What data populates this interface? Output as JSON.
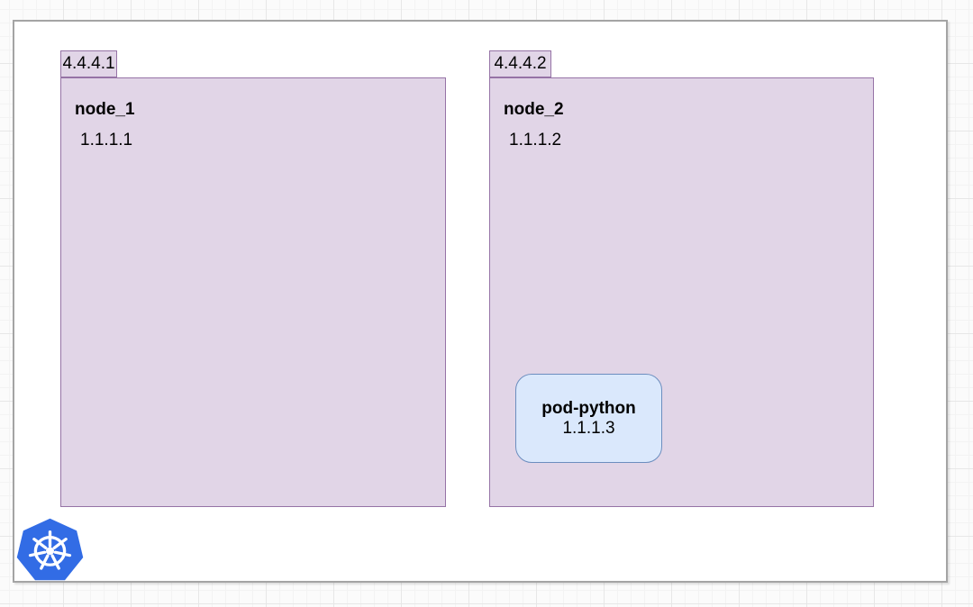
{
  "diagram": {
    "type": "kubernetes-network-diagram",
    "cluster": {
      "nodes": [
        {
          "tab": "4.4.4.1",
          "title": "node_1",
          "ip": "1.1.1.1"
        },
        {
          "tab": "4.4.4.2",
          "title": "node_2",
          "ip": "1.1.1.2"
        }
      ],
      "pod": {
        "title": "pod-python",
        "ip": "1.1.1.3"
      }
    },
    "icons": {
      "kubernetes": "kubernetes-helm-logo"
    },
    "colors": {
      "node_fill": "#E1D5E7",
      "node_border": "#9673A6",
      "pod_fill": "#DAE8FC",
      "pod_border": "#6C8EBF",
      "cluster_border": "#A4A4A4",
      "kubernetes_blue": "#326CE5",
      "text": "#000000"
    }
  }
}
